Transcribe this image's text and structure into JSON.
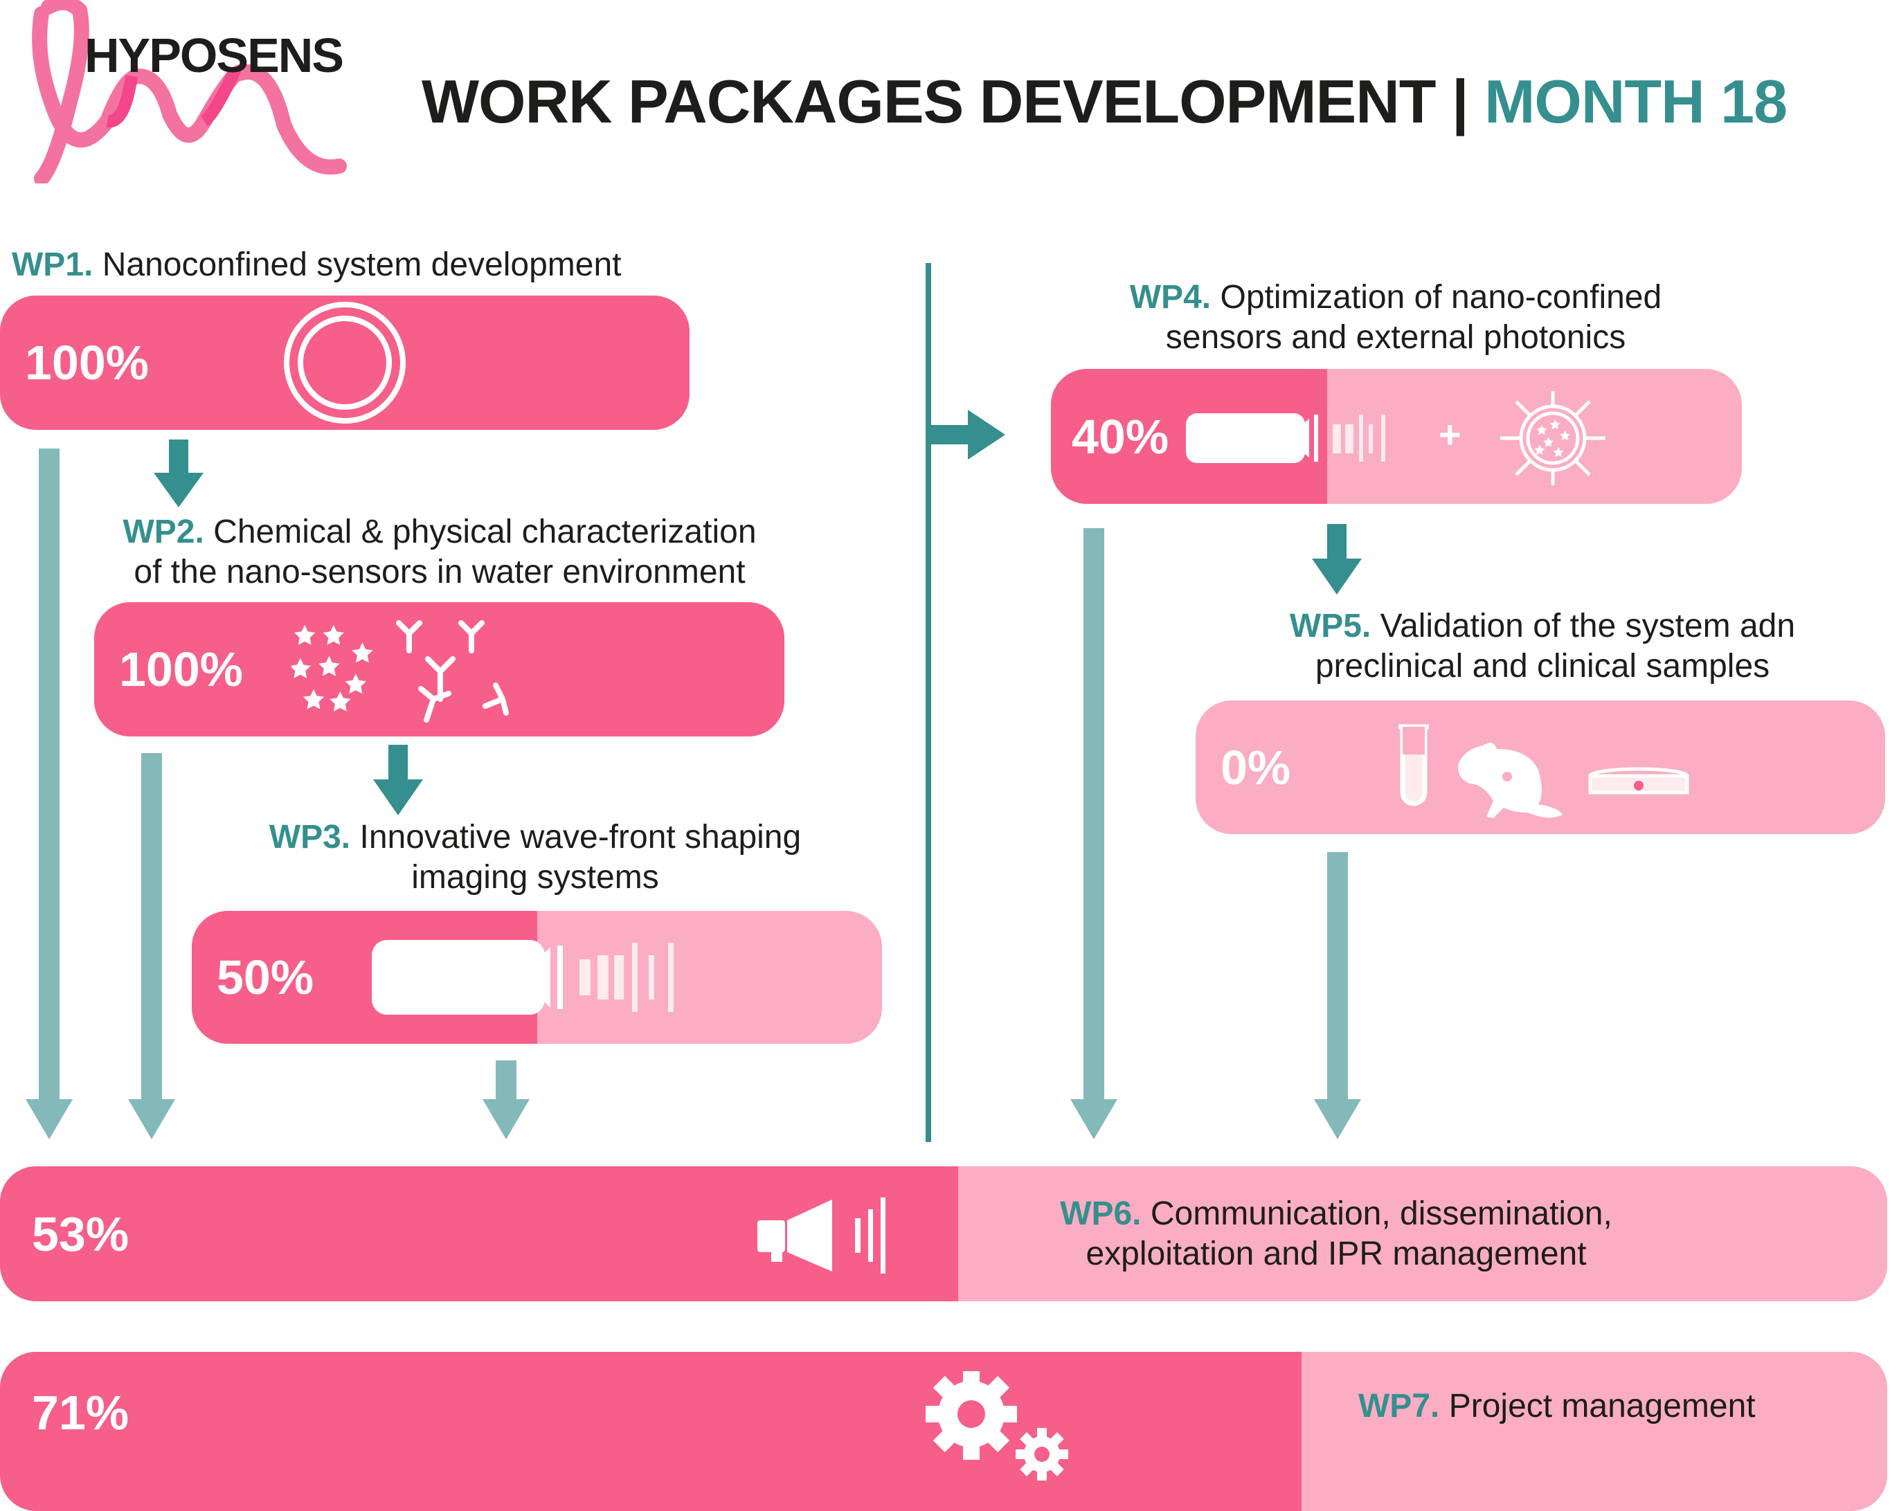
{
  "brand": {
    "name": "HYPOSENS",
    "logo_icon": "pink-ribbon-wave-icon"
  },
  "title": {
    "main": "WORK PACKAGES DEVELOPMENT |",
    "accent": "MONTH 18"
  },
  "colors": {
    "dark_pink": "#F65F8A",
    "light_pink": "#FAADC3",
    "teal": "#358F8E",
    "light_teal": "#84B9BA"
  },
  "work_packages": [
    {
      "id": "WP1.",
      "lines": [
        "Nanoconfined system development"
      ],
      "progress": "100%",
      "percent": 100,
      "icon": "nanoring-icon"
    },
    {
      "id": "WP2.",
      "lines": [
        "Chemical & physical characterization",
        "of the nano-sensors in water environment"
      ],
      "progress": "100%",
      "percent": 100,
      "icon": "stars-antibodies-icon"
    },
    {
      "id": "WP3.",
      "lines": [
        "Innovative wave-front shaping",
        "imaging systems"
      ],
      "progress": "50%",
      "percent": 50,
      "icon": "camera-waves-icon"
    },
    {
      "id": "WP4.",
      "lines": [
        "Optimization of nano-confined",
        "sensors and external photonics"
      ],
      "progress": "40%",
      "percent": 40,
      "icon": "camera-plus-nanoparticle-icon",
      "plus": "+"
    },
    {
      "id": "WP5.",
      "lines": [
        "Validation of the system adn",
        "preclinical and clinical samples"
      ],
      "progress": "0%",
      "percent": 0,
      "icon": "tube-mouse-dish-icon"
    },
    {
      "id": "WP6.",
      "lines": [
        "Communication, dissemination,",
        "exploitation and IPR management"
      ],
      "progress": "53%",
      "percent": 53,
      "icon": "megaphone-icon"
    },
    {
      "id": "WP7.",
      "lines": [
        "Project management"
      ],
      "progress": "71%",
      "percent": 71,
      "icon": "gears-icon"
    }
  ]
}
